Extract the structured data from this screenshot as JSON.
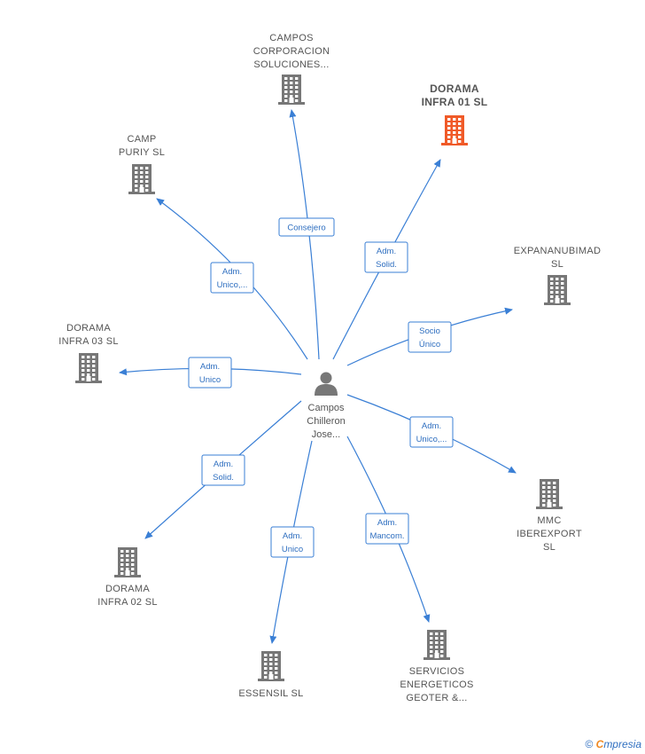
{
  "center": {
    "label": [
      "Campos",
      "Chilleron",
      "Jose..."
    ],
    "icon": "person-icon"
  },
  "companies": [
    {
      "id": "campos-corporacion",
      "label": [
        "CAMPOS",
        "CORPORACION",
        "SOLUCIONES..."
      ],
      "highlight": false,
      "icon": "building-icon"
    },
    {
      "id": "dorama-infra-01",
      "label": [
        "DORAMA",
        "INFRA 01  SL"
      ],
      "highlight": true,
      "icon": "building-icon"
    },
    {
      "id": "camp-puriy",
      "label": [
        "CAMP",
        "PURIY  SL"
      ],
      "highlight": false,
      "icon": "building-icon"
    },
    {
      "id": "expananubimad",
      "label": [
        "EXPANANUBIMAD",
        "SL"
      ],
      "highlight": false,
      "icon": "building-icon"
    },
    {
      "id": "dorama-infra-03",
      "label": [
        "DORAMA",
        "INFRA 03  SL"
      ],
      "highlight": false,
      "icon": "building-icon"
    },
    {
      "id": "mmc-iberexport",
      "label": [
        "MMC",
        "IBEREXPORT",
        "SL"
      ],
      "highlight": false,
      "icon": "building-icon"
    },
    {
      "id": "dorama-infra-02",
      "label": [
        "DORAMA",
        "INFRA 02  SL"
      ],
      "highlight": false,
      "icon": "building-icon"
    },
    {
      "id": "essensil",
      "label": [
        "ESSENSIL  SL"
      ],
      "highlight": false,
      "icon": "building-icon"
    },
    {
      "id": "servicios-energeticos",
      "label": [
        "SERVICIOS",
        "ENERGETICOS",
        "GEOTER &..."
      ],
      "highlight": false,
      "icon": "building-icon"
    }
  ],
  "relations": [
    {
      "target": "campos-corporacion",
      "label": [
        "Consejero"
      ]
    },
    {
      "target": "dorama-infra-01",
      "label": [
        "Adm.",
        "Solid."
      ]
    },
    {
      "target": "camp-puriy",
      "label": [
        "Adm.",
        "Unico,..."
      ]
    },
    {
      "target": "expananubimad",
      "label": [
        "Socio",
        "Único"
      ]
    },
    {
      "target": "dorama-infra-03",
      "label": [
        "Adm.",
        "Unico"
      ]
    },
    {
      "target": "mmc-iberexport",
      "label": [
        "Adm.",
        "Unico,..."
      ]
    },
    {
      "target": "dorama-infra-02",
      "label": [
        "Adm.",
        "Solid."
      ]
    },
    {
      "target": "essensil",
      "label": [
        "Adm.",
        "Unico"
      ]
    },
    {
      "target": "servicios-energeticos",
      "label": [
        "Adm.",
        "Mancom."
      ]
    }
  ],
  "colors": {
    "edge": "#3a7fd5",
    "building": "#777777",
    "highlight": "#f05a28",
    "person": "#777777"
  },
  "footer": {
    "copyright": "©",
    "brand_first": "C",
    "brand_rest": "mpresia"
  }
}
